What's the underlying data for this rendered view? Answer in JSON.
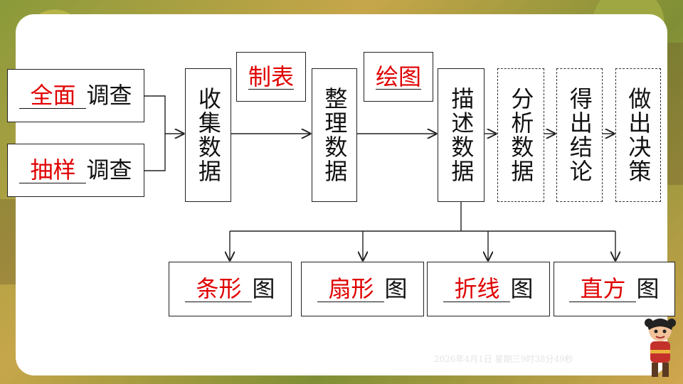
{
  "survey": {
    "full": {
      "blank": "全面",
      "suffix": "调查"
    },
    "sample": {
      "blank": "抽样",
      "suffix": "调查"
    }
  },
  "steps": {
    "collect": "收集数据",
    "organize": "整理数据",
    "describe": "描述数据",
    "analyze": "分析数据",
    "conclude": "得出结论",
    "decide": "做出决策"
  },
  "arrow_labels": {
    "tabulate": "制表",
    "draw": "绘图"
  },
  "charts": [
    {
      "blank": "条形",
      "suffix": "图"
    },
    {
      "blank": "扇形",
      "suffix": "图"
    },
    {
      "blank": "折线",
      "suffix": "图"
    },
    {
      "blank": "直方",
      "suffix": "图"
    }
  ],
  "watermark": "2026年4月1日 星期三9时38分49秒",
  "colors": {
    "answer": "#e00000",
    "line": "#222222",
    "card": "#ffffff"
  }
}
